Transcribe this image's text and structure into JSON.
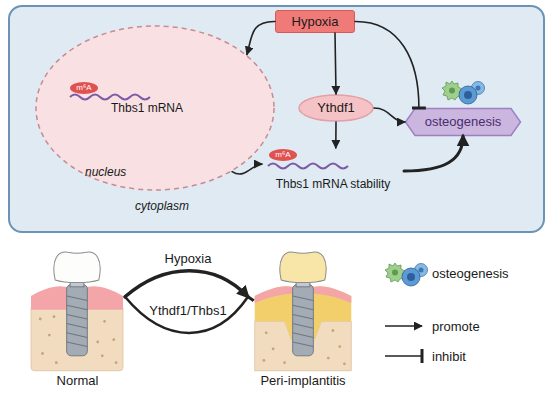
{
  "diagram": {
    "nodes": [
      {
        "text": [
          "cytoplasm"
        ]
      },
      {
        "text": [
          "Thbs1 mRNA",
          "nucleus"
        ],
        "in": 0
      },
      {
        "text": [
          "Hypoxia"
        ],
        "in": 0
      },
      {
        "text": [
          "Ythdf1"
        ],
        "in": 0
      },
      {
        "text": [
          "osteogenesis"
        ],
        "in": 0
      },
      {
        "text": [
          "Thbs1 mRNA stability"
        ],
        "in": 0
      },
      {
        "text": [
          "Normal"
        ]
      },
      {
        "text": [
          "Peri-implantitis"
        ]
      }
    ],
    "edges": [
      {
        "from": 2,
        "to": 1,
        "arrow": "to"
      },
      {
        "from": 2,
        "to": 3,
        "arrow": "to"
      },
      {
        "from": 2,
        "to": 4,
        "arrow": "to"
      },
      {
        "from": 1,
        "to": 5,
        "arrow": "to"
      },
      {
        "from": 3,
        "to": 5,
        "arrow": "to"
      },
      {
        "from": 3,
        "to": 4,
        "arrow": "to"
      },
      {
        "from": 5,
        "to": 4,
        "arrow": "to"
      },
      {
        "from": 6,
        "to": 7,
        "label": "Hypoxia",
        "arrow": "to"
      },
      {
        "from": 6,
        "to": 7,
        "label": "Ythdf1/Thbs1",
        "arrow": "to"
      }
    ],
    "labels": [
      "m⁶A",
      "m⁶A"
    ],
    "legend": [
      {
        "text": "osteogenesis"
      },
      {
        "text": "promote"
      },
      {
        "text": "inhibit"
      }
    ]
  }
}
